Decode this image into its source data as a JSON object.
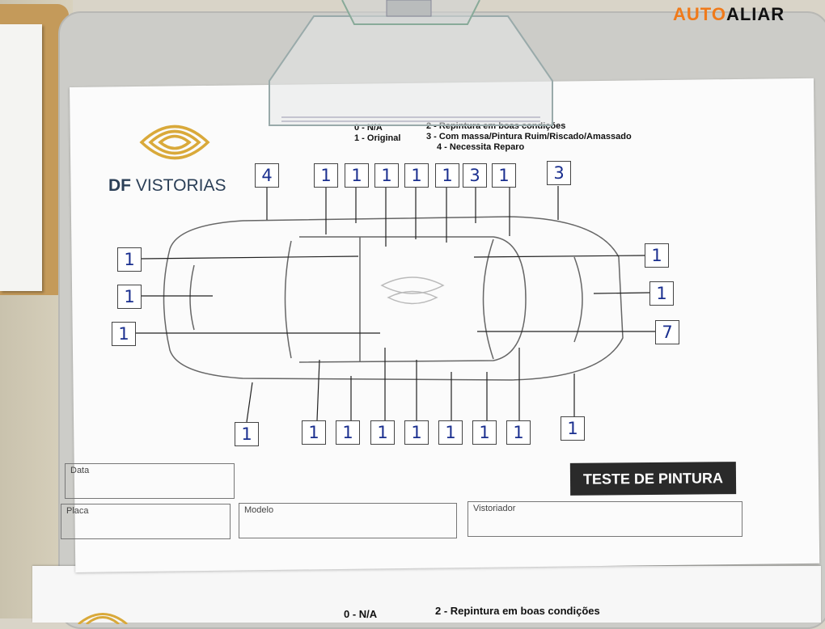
{
  "brand": {
    "prefix": "AUTO",
    "suffix": "ALIAR",
    "accent_color": "#f07a1a"
  },
  "form": {
    "logo_name": "DF VISTORIAS",
    "logo_bold": "DF",
    "logo_rest": " VISTORIAS",
    "legend": {
      "item0": "0 - N/A",
      "item1": "1 - Original",
      "item2": "2 - Repintura em boas condições",
      "item3": "3 - Com massa/Pintura Ruim/Riscado/Amassado",
      "item4": "4 - Necessita Reparo"
    },
    "top_marks": [
      "4",
      "1",
      "1",
      "1",
      "1",
      "1",
      "3",
      "1",
      "3"
    ],
    "left_marks": [
      "1",
      "1",
      "1"
    ],
    "right_marks": [
      "1",
      "1",
      "7"
    ],
    "bottom_marks": [
      "1",
      "1",
      "1",
      "1",
      "1",
      "1",
      "1",
      "1",
      "1"
    ],
    "fields": {
      "date": "Data",
      "plate": "Placa",
      "model": "Modelo",
      "inspector": "Vistoriador"
    },
    "test_title": "TESTE DE PINTURA",
    "bottom_legend": {
      "item0": "0 - N/A",
      "item2": "2 - Repintura em boas condições"
    }
  },
  "colors": {
    "ink": "#1a2f8f",
    "logo_gold": "#d9a93a",
    "logo_blue": "#2b3f57"
  }
}
